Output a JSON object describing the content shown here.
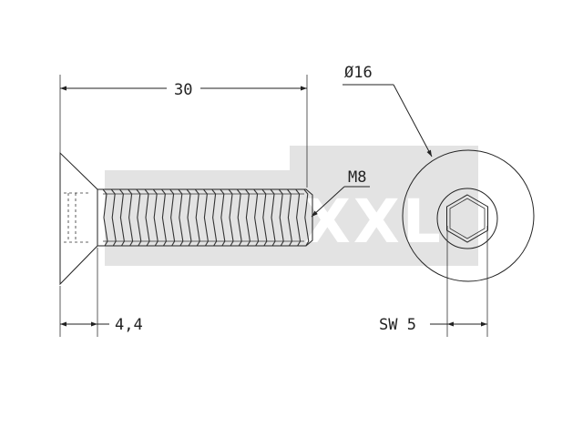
{
  "drawing": {
    "dim_length": "30",
    "dim_head_height": "4,4",
    "dim_head_diameter": "Ø16",
    "dim_thread": "M8",
    "dim_socket": "SW 5",
    "watermark_text": "XXL",
    "colors": {
      "line": "#222222",
      "watermark": "#e3e3e3",
      "background": "#ffffff"
    }
  }
}
